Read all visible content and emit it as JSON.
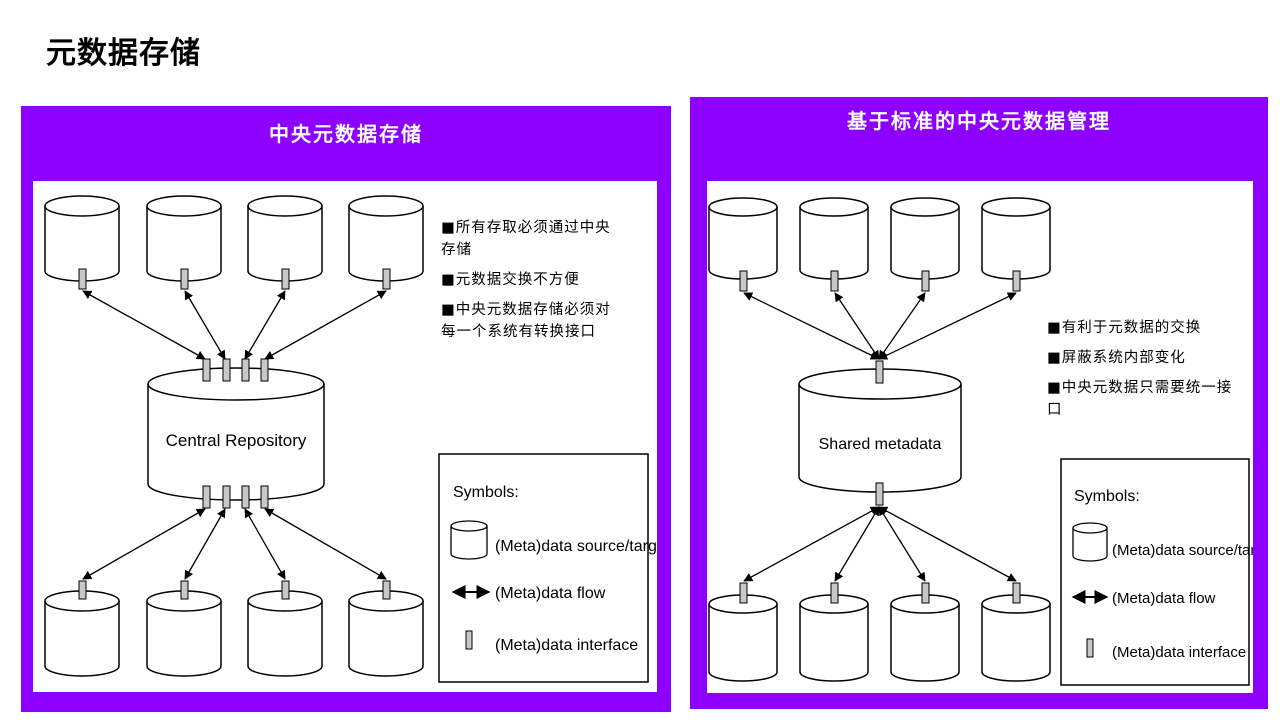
{
  "slide": {
    "title": "元数据存储"
  },
  "left": {
    "title": "中央元数据存储",
    "central_label": "Central Repository",
    "notes": [
      "■所有存取必须通过中央存储",
      "■元数据交换不方便",
      "■中央元数据存储必须对每一个系统有转换接口"
    ],
    "legend": {
      "title": "Symbols:",
      "items": [
        "(Meta)data source/target",
        "(Meta)data flow",
        "(Meta)data interface"
      ]
    }
  },
  "right": {
    "title": "基于标准的中央元数据管理",
    "central_label": "Shared metadata",
    "notes": [
      "■有利于元数据的交换",
      "■屏蔽系统内部变化",
      "■中央元数据只需要统一接口"
    ],
    "legend": {
      "title": "Symbols:",
      "items": [
        "(Meta)data source/target",
        "(Meta)data flow",
        "(Meta)data interface"
      ]
    }
  },
  "colors": {
    "panel": "#8d00ff",
    "canvas": "#ffffff",
    "text": "#000000"
  }
}
